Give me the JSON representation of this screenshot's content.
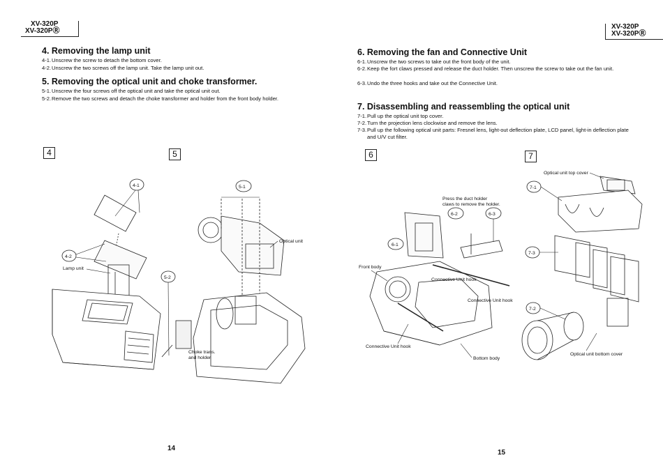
{
  "header_left": {
    "line1": "XV-320P",
    "line2": "XV-320PⓇ"
  },
  "header_right": {
    "line1": "XV-320P",
    "line2": "XV-320PⓇ"
  },
  "sections": {
    "s4": {
      "title": "4. Removing the lamp unit",
      "steps": [
        {
          "num": "4-1.",
          "text": "Unscrew the screw to detach the bottom cover."
        },
        {
          "num": "4-2.",
          "text": "Unscrew the two screws off the lamp unit.  Take the lamp unit out."
        }
      ]
    },
    "s5": {
      "title": "5. Removing the optical unit and choke transformer.",
      "steps": [
        {
          "num": "5-1.",
          "text": "Unscrew the four screws off the optical unit and take the optical unit out."
        },
        {
          "num": "5-2.",
          "text": "Remove the two screws and detach the choke transformer and holder from the front body holder."
        }
      ]
    },
    "s6": {
      "title": "6. Removing the fan and Connective Unit",
      "steps": [
        {
          "num": "6-1.",
          "text": "Unscrew the two screws to take out the front body of the unit."
        },
        {
          "num": "6-2.",
          "text": "Keep the fort claws pressed and release the duct holder.  Then unscrew the screw to take out the fan unit."
        },
        {
          "num": "6-3.",
          "text": "Undo the three hooks and take out the Connective Unit."
        }
      ]
    },
    "s7": {
      "title": "7. Disassembling and reassembling the optical unit",
      "steps": [
        {
          "num": "7-1.",
          "text": "Pull up the optical unit top cover."
        },
        {
          "num": "7-2.",
          "text": "Turn the projection lens clockwise and remove the lens."
        },
        {
          "num": "7-3.",
          "text": "Pull up the following optical unit parts: Fresnel lens, light-out deflection plate, LCD panel, light-in deflection plate and U/V cut filter."
        }
      ]
    }
  },
  "figures": {
    "fig4": {
      "number": "4",
      "callouts": {
        "c1": "4-1",
        "c2": "4-2"
      },
      "labels": {
        "lamp_unit": "Lamp unit"
      }
    },
    "fig5": {
      "number": "5",
      "callouts": {
        "c1": "5-1",
        "c2": "5-2"
      },
      "labels": {
        "optical_unit": "Optical unit",
        "choke_line1": "Choke trans.",
        "choke_line2": "and holder"
      }
    },
    "fig6": {
      "number": "6",
      "callouts": {
        "c1": "6-1",
        "c2": "6-2",
        "c3": "6-3"
      },
      "labels": {
        "press_line1": "Press the duct holder",
        "press_line2": "claws to remove the holder.",
        "front_body": "Front body",
        "hook1": "Connective Unit hook",
        "hook2": "Connective Unit hook",
        "hook3": "Connective Unit hook",
        "bottom_body": "Bottom body"
      }
    },
    "fig7": {
      "number": "7",
      "callouts": {
        "c1": "7-1",
        "c2": "7-2",
        "c3": "7-3"
      },
      "labels": {
        "top_cover": "Optical unit top cover",
        "bottom_cover": "Optical unit bottom cover"
      }
    }
  },
  "page_numbers": {
    "left": "14",
    "right": "15"
  }
}
